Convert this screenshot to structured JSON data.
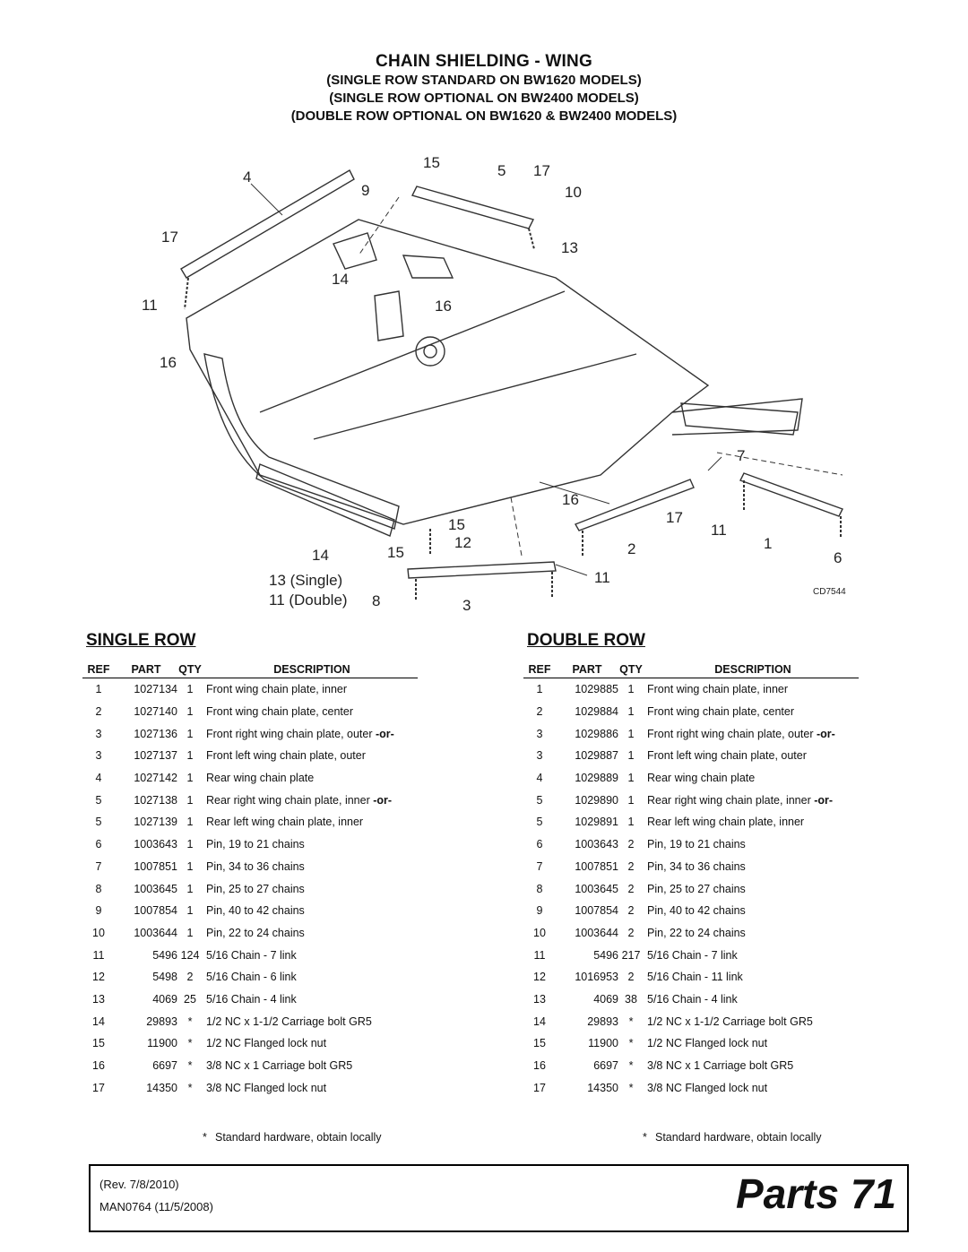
{
  "header": {
    "title": "CHAIN SHIELDING - WING",
    "subtitles": [
      "(SINGLE ROW STANDARD ON BW1620 MODELS)",
      "(SINGLE ROW OPTIONAL ON BW2400 MODELS)",
      "(DOUBLE ROW OPTIONAL ON BW1620 & BW2400 MODELS)"
    ]
  },
  "diagram": {
    "callouts": [
      "4",
      "9",
      "15",
      "5",
      "17",
      "10",
      "17",
      "13",
      "14",
      "11",
      "16",
      "16",
      "7",
      "16",
      "17",
      "11",
      "1",
      "6",
      "2",
      "11",
      "15",
      "12",
      "14",
      "15",
      "3",
      "8"
    ],
    "legend_single": "13 (Single)",
    "legend_double": "11 (Double)",
    "code": "CD7544"
  },
  "columns": {
    "ref": "REF",
    "part": "PART",
    "qty": "QTY",
    "desc": "DESCRIPTION"
  },
  "single_row": {
    "title": "SINGLE ROW",
    "rows": [
      {
        "ref": "1",
        "part": "1027134",
        "qty": "1",
        "desc": "Front wing chain plate, inner",
        "suffix": ""
      },
      {
        "ref": "2",
        "part": "1027140",
        "qty": "1",
        "desc": "Front wing chain plate, center",
        "suffix": ""
      },
      {
        "ref": "3",
        "part": "1027136",
        "qty": "1",
        "desc": "Front right wing chain plate, outer ",
        "suffix": "-or-"
      },
      {
        "ref": "3",
        "part": "1027137",
        "qty": "1",
        "desc": "Front left wing chain plate, outer",
        "suffix": ""
      },
      {
        "ref": "4",
        "part": "1027142",
        "qty": "1",
        "desc": "Rear wing chain plate",
        "suffix": ""
      },
      {
        "ref": "5",
        "part": "1027138",
        "qty": "1",
        "desc": "Rear right wing chain plate, inner ",
        "suffix": "-or-"
      },
      {
        "ref": "5",
        "part": "1027139",
        "qty": "1",
        "desc": "Rear left wing chain plate, inner",
        "suffix": ""
      },
      {
        "ref": "6",
        "part": "1003643",
        "qty": "1",
        "desc": "Pin, 19 to 21 chains",
        "suffix": ""
      },
      {
        "ref": "7",
        "part": "1007851",
        "qty": "1",
        "desc": "Pin, 34 to 36 chains",
        "suffix": ""
      },
      {
        "ref": "8",
        "part": "1003645",
        "qty": "1",
        "desc": "Pin, 25 to 27 chains",
        "suffix": ""
      },
      {
        "ref": "9",
        "part": "1007854",
        "qty": "1",
        "desc": "Pin, 40 to 42 chains",
        "suffix": ""
      },
      {
        "ref": "10",
        "part": "1003644",
        "qty": "1",
        "desc": "Pin, 22 to 24 chains",
        "suffix": ""
      },
      {
        "ref": "11",
        "part": "5496",
        "qty": "124",
        "desc": "5/16 Chain - 7 link",
        "suffix": ""
      },
      {
        "ref": "12",
        "part": "5498",
        "qty": "2",
        "desc": "5/16 Chain - 6 link",
        "suffix": ""
      },
      {
        "ref": "13",
        "part": "4069",
        "qty": "25",
        "desc": "5/16 Chain - 4 link",
        "suffix": ""
      },
      {
        "ref": "14",
        "part": "29893",
        "qty": "*",
        "desc": "1/2 NC x 1-1/2 Carriage bolt GR5",
        "suffix": ""
      },
      {
        "ref": "15",
        "part": "11900",
        "qty": "*",
        "desc": "1/2 NC Flanged lock nut",
        "suffix": ""
      },
      {
        "ref": "16",
        "part": "6697",
        "qty": "*",
        "desc": "3/8 NC x 1 Carriage bolt GR5",
        "suffix": ""
      },
      {
        "ref": "17",
        "part": "14350",
        "qty": "*",
        "desc": "3/8 NC Flanged lock nut",
        "suffix": ""
      }
    ],
    "footnote_mark": "*",
    "footnote": "Standard hardware, obtain locally"
  },
  "double_row": {
    "title": "DOUBLE ROW",
    "rows": [
      {
        "ref": "1",
        "part": "1029885",
        "qty": "1",
        "desc": "Front wing chain plate, inner",
        "suffix": ""
      },
      {
        "ref": "2",
        "part": "1029884",
        "qty": "1",
        "desc": "Front wing chain plate, center",
        "suffix": ""
      },
      {
        "ref": "3",
        "part": "1029886",
        "qty": "1",
        "desc": "Front right wing chain plate, outer ",
        "suffix": "-or-"
      },
      {
        "ref": "3",
        "part": "1029887",
        "qty": "1",
        "desc": "Front left wing chain plate, outer",
        "suffix": ""
      },
      {
        "ref": "4",
        "part": "1029889",
        "qty": "1",
        "desc": "Rear wing chain plate",
        "suffix": ""
      },
      {
        "ref": "5",
        "part": "1029890",
        "qty": "1",
        "desc": "Rear right wing chain plate, inner ",
        "suffix": "-or-"
      },
      {
        "ref": "5",
        "part": "1029891",
        "qty": "1",
        "desc": "Rear left wing chain plate, inner",
        "suffix": ""
      },
      {
        "ref": "6",
        "part": "1003643",
        "qty": "2",
        "desc": "Pin, 19 to 21 chains",
        "suffix": ""
      },
      {
        "ref": "7",
        "part": "1007851",
        "qty": "2",
        "desc": "Pin, 34 to 36 chains",
        "suffix": ""
      },
      {
        "ref": "8",
        "part": "1003645",
        "qty": "2",
        "desc": "Pin, 25 to 27 chains",
        "suffix": ""
      },
      {
        "ref": "9",
        "part": "1007854",
        "qty": "2",
        "desc": "Pin, 40 to 42 chains",
        "suffix": ""
      },
      {
        "ref": "10",
        "part": "1003644",
        "qty": "2",
        "desc": "Pin, 22 to 24 chains",
        "suffix": ""
      },
      {
        "ref": "11",
        "part": "5496",
        "qty": "217",
        "desc": "5/16 Chain - 7 link",
        "suffix": ""
      },
      {
        "ref": "12",
        "part": "1016953",
        "qty": "2",
        "desc": "5/16 Chain - 11 link",
        "suffix": ""
      },
      {
        "ref": "13",
        "part": "4069",
        "qty": "38",
        "desc": "5/16 Chain - 4 link",
        "suffix": ""
      },
      {
        "ref": "14",
        "part": "29893",
        "qty": "*",
        "desc": "1/2 NC x 1-1/2 Carriage bolt GR5",
        "suffix": ""
      },
      {
        "ref": "15",
        "part": "11900",
        "qty": "*",
        "desc": "1/2 NC Flanged lock nut",
        "suffix": ""
      },
      {
        "ref": "16",
        "part": "6697",
        "qty": "*",
        "desc": "3/8 NC x 1 Carriage bolt GR5",
        "suffix": ""
      },
      {
        "ref": "17",
        "part": "14350",
        "qty": "*",
        "desc": "3/8 NC Flanged lock nut",
        "suffix": ""
      }
    ],
    "footnote_mark": "*",
    "footnote": "Standard hardware, obtain locally"
  },
  "footer": {
    "revision": "(Rev. 7/8/2010)",
    "manual": "MAN0764 (11/5/2008)",
    "page_label": "Parts 71"
  }
}
